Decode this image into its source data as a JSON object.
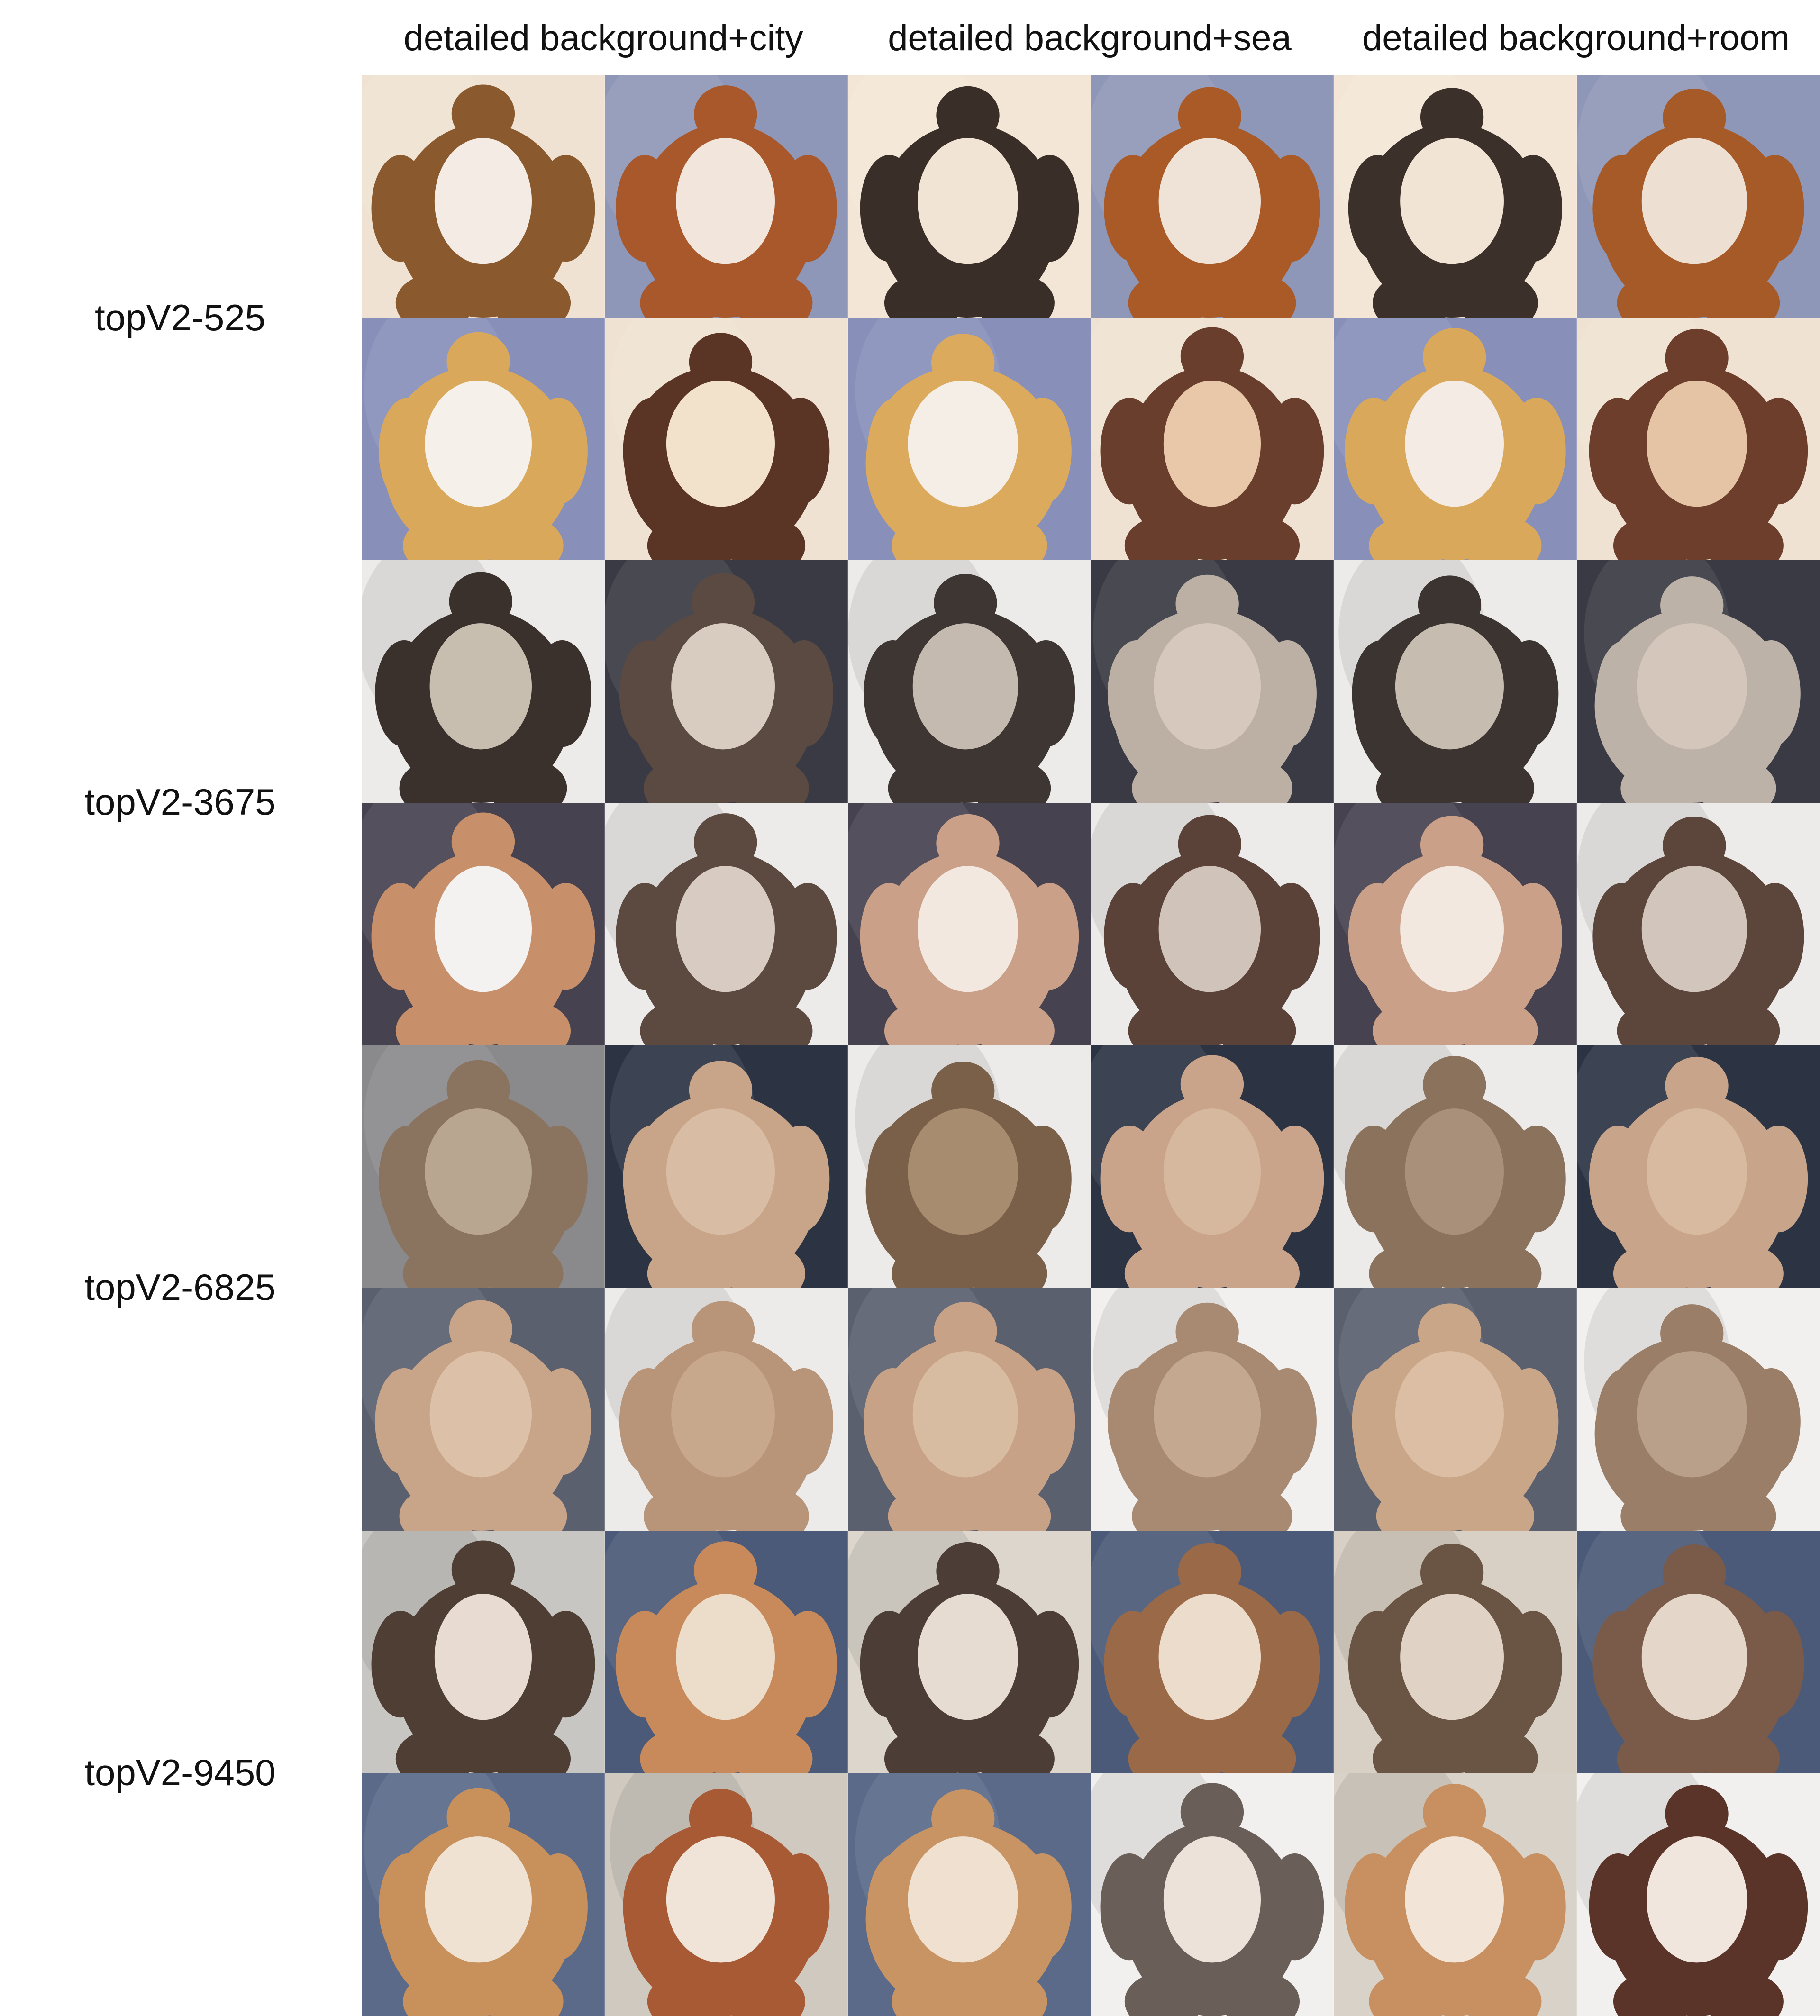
{
  "columns": [
    "detailed background+city",
    "detailed background+sea",
    "detailed background+room"
  ],
  "rows": [
    "topV2-525",
    "topV2-3675",
    "topV2-6825",
    "topV2-9450"
  ],
  "image_grid": {
    "rows": 8,
    "cols": 6,
    "cells": [
      {
        "bg": "#efe2d2",
        "fur": "#8a5a2e",
        "chest": "#f4ece4",
        "light": false
      },
      {
        "bg": "#8f97b8",
        "fur": "#a8582a",
        "chest": "#f2e6dc",
        "light": false
      },
      {
        "bg": "#f3e6d6",
        "fur": "#3a2e28",
        "chest": "#f1e4d4",
        "light": false
      },
      {
        "bg": "#8f97b8",
        "fur": "#a95a26",
        "chest": "#efe3d8",
        "light": false
      },
      {
        "bg": "#f3e6d6",
        "fur": "#3c302a",
        "chest": "#f2e4d4",
        "light": false
      },
      {
        "bg": "#8f97b8",
        "fur": "#a65a28",
        "chest": "#ede0d2",
        "light": false
      },
      {
        "bg": "#8890ba",
        "fur": "#d9a85a",
        "chest": "#f6f0ea",
        "light": false
      },
      {
        "bg": "#efe2d2",
        "fur": "#5a3424",
        "chest": "#f2e2cc",
        "light": false
      },
      {
        "bg": "#8890ba",
        "fur": "#dcaa5c",
        "chest": "#f5eee6",
        "light": false
      },
      {
        "bg": "#efe2d2",
        "fur": "#6a3e2c",
        "chest": "#e8c8a8",
        "light": false
      },
      {
        "bg": "#8890ba",
        "fur": "#daa85a",
        "chest": "#f4ece4",
        "light": false
      },
      {
        "bg": "#efe2d2",
        "fur": "#6e3e2c",
        "chest": "#e4c4a4",
        "light": false
      },
      {
        "bg": "#ecebea",
        "fur": "#3a302c",
        "chest": "#c8beb0",
        "light": true
      },
      {
        "bg": "#3a3a44",
        "fur": "#5a4a42",
        "chest": "#d8ccc0",
        "light": false
      },
      {
        "bg": "#ecebea",
        "fur": "#3e3632",
        "chest": "#c4bab0",
        "light": true
      },
      {
        "bg": "#3a3a44",
        "fur": "#bcb0a4",
        "chest": "#d6c8bc",
        "light": false
      },
      {
        "bg": "#ecebea",
        "fur": "#3c3430",
        "chest": "#c6bcb0",
        "light": true
      },
      {
        "bg": "#3a3a44",
        "fur": "#bdb2a8",
        "chest": "#d4c6ba",
        "light": false
      },
      {
        "bg": "#464250",
        "fur": "#c8906a",
        "chest": "#f4f2f0",
        "light": false
      },
      {
        "bg": "#ecebea",
        "fur": "#5c4a40",
        "chest": "#d8ccc2",
        "light": true
      },
      {
        "bg": "#464250",
        "fur": "#caa088",
        "chest": "#f2e8e0",
        "light": false
      },
      {
        "bg": "#ecebea",
        "fur": "#5a4238",
        "chest": "#d0c4ba",
        "light": true
      },
      {
        "bg": "#464250",
        "fur": "#caa088",
        "chest": "#f2e8e0",
        "light": false
      },
      {
        "bg": "#ecebea",
        "fur": "#5c463c",
        "chest": "#d2c6bc",
        "light": true
      },
      {
        "bg": "#8a8a8c",
        "fur": "#8a7460",
        "chest": "#b8a690",
        "light": false
      },
      {
        "bg": "#2c3444",
        "fur": "#c8a488",
        "chest": "#d8bca4",
        "light": false
      },
      {
        "bg": "#ecebea",
        "fur": "#7a6048",
        "chest": "#a88c70",
        "light": true
      },
      {
        "bg": "#2c3444",
        "fur": "#caa48a",
        "chest": "#d6b89e",
        "light": false
      },
      {
        "bg": "#ecebea",
        "fur": "#8a725c",
        "chest": "#a8907a",
        "light": true
      },
      {
        "bg": "#2c3444",
        "fur": "#c8a48a",
        "chest": "#d8baa0",
        "light": false
      },
      {
        "bg": "#5a606e",
        "fur": "#c8a488",
        "chest": "#dcc0a8",
        "light": false
      },
      {
        "bg": "#ecebea",
        "fur": "#b89478",
        "chest": "#c8a88c",
        "light": true
      },
      {
        "bg": "#5a606e",
        "fur": "#c8a286",
        "chest": "#d8bca2",
        "light": false
      },
      {
        "bg": "#f2f0ee",
        "fur": "#a88a72",
        "chest": "#c4a890",
        "light": true
      },
      {
        "bg": "#5a606e",
        "fur": "#caa688",
        "chest": "#dcbea4",
        "light": false
      },
      {
        "bg": "#f2f0ee",
        "fur": "#9a7e68",
        "chest": "#b8a08a",
        "light": true
      },
      {
        "bg": "#c8c6c2",
        "fur": "#4e3e34",
        "chest": "#e8dcd2",
        "light": true
      },
      {
        "bg": "#4a5a78",
        "fur": "#c88a5a",
        "chest": "#ecdcca",
        "light": false
      },
      {
        "bg": "#dcd6cc",
        "fur": "#4c3e36",
        "chest": "#e6dcd2",
        "light": true
      },
      {
        "bg": "#4a5a78",
        "fur": "#9a6a48",
        "chest": "#ecdccc",
        "light": false
      },
      {
        "bg": "#d8d0c4",
        "fur": "#6a5444",
        "chest": "#e0d2c4",
        "light": true
      },
      {
        "bg": "#4a5a78",
        "fur": "#7a5a48",
        "chest": "#e4d6c8",
        "light": false
      },
      {
        "bg": "#5a6a88",
        "fur": "#c8905a",
        "chest": "#f0e2d2",
        "light": false
      },
      {
        "bg": "#cfc9c0",
        "fur": "#a85a34",
        "chest": "#f0e4d8",
        "light": true
      },
      {
        "bg": "#5a6a88",
        "fur": "#c89464",
        "chest": "#efe0d0",
        "light": false
      },
      {
        "bg": "#f2f0ee",
        "fur": "#6a5e58",
        "chest": "#ece2da",
        "light": true
      },
      {
        "bg": "#d8d2c8",
        "fur": "#c89060",
        "chest": "#f2e4d6",
        "light": true
      },
      {
        "bg": "#f2f0ee",
        "fur": "#5a3428",
        "chest": "#f0e6de",
        "light": true
      }
    ]
  }
}
